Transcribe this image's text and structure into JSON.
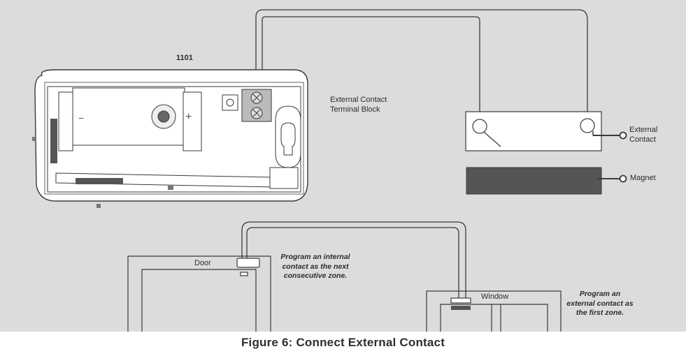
{
  "figure": {
    "caption": "Figure 6:  Connect External Contact",
    "device_label": "1101",
    "terminal_block_label_line1": "External Contact",
    "terminal_block_label_line2": "Terminal Block",
    "external_contact_label_line1": "External",
    "external_contact_label_line2": "Contact",
    "magnet_label": "Magnet",
    "door_label": "Door",
    "window_label": "Window",
    "door_note_line1": "Program an internal",
    "door_note_line2": "contact as the next",
    "door_note_line3": "consecutive zone.",
    "window_note_line1": "Program an",
    "window_note_line2": "external contact as",
    "window_note_line3": "the first zone.",
    "minus_sign": "−",
    "plus_sign": "+"
  },
  "colors": {
    "background": "#dcdcdc",
    "line": "#3a3a3a",
    "magnet_fill": "#555555",
    "device_fill": "#ffffff"
  }
}
